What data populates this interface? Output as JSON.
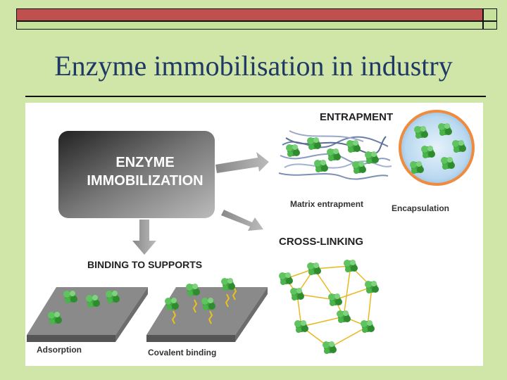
{
  "slide": {
    "title": "Enzyme immobilisation in industry"
  },
  "figure": {
    "box_line1": "ENZYME",
    "box_line2": "IMMOBILIZATION",
    "entrapment": "ENTRAPMENT",
    "matrix_entrapment": "Matrix entrapment",
    "encapsulation": "Encapsulation",
    "cross_linking": "CROSS-LINKING",
    "binding_to_supports": "BINDING TO SUPPORTS",
    "adsorption": "Adsorption",
    "covalent_binding": "Covalent binding"
  },
  "colors": {
    "title": "#1f3864",
    "background": "#cfe6a8",
    "top_bar": "#c0504d",
    "enzyme_green": "#3fa53f",
    "linker_yellow": "#e8c21a",
    "capsule_orange": "#f08a3c"
  }
}
